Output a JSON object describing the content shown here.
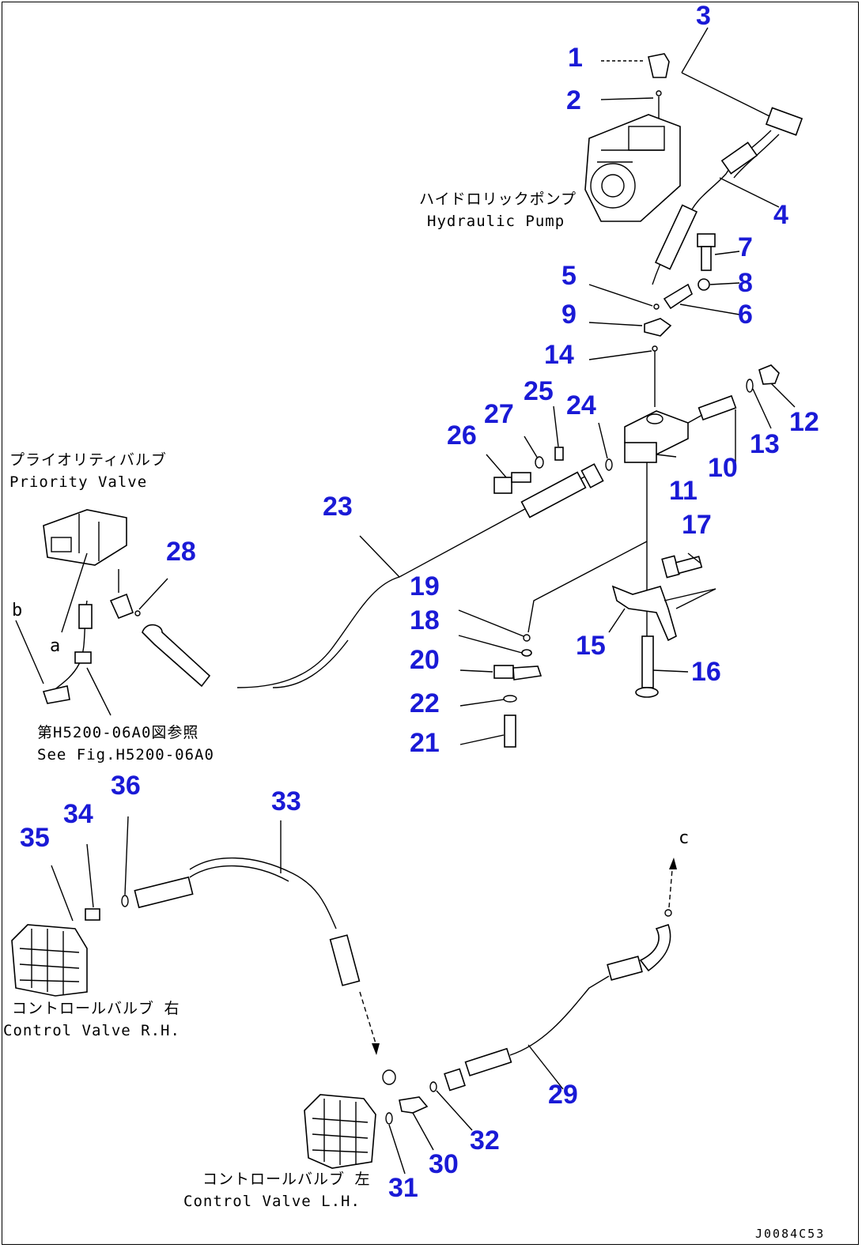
{
  "callouts": [
    "1",
    "2",
    "3",
    "4",
    "5",
    "6",
    "7",
    "8",
    "9",
    "10",
    "11",
    "12",
    "13",
    "14",
    "15",
    "16",
    "17",
    "18",
    "19",
    "20",
    "21",
    "22",
    "23",
    "24",
    "25",
    "26",
    "27",
    "28",
    "29",
    "30",
    "31",
    "32",
    "33",
    "34",
    "35",
    "36"
  ],
  "labels": {
    "pump_jp": "ハイドロリックポンプ",
    "pump_en": "Hydraulic Pump",
    "priority_jp": "プライオリティバルブ",
    "priority_en": "Priority Valve",
    "see_fig_jp": "第H5200-06A0図参照",
    "see_fig_en": "See Fig.H5200-06A0",
    "cv_rh_jp": "コントロールバルブ 右",
    "cv_rh_en": "Control Valve R.H.",
    "cv_lh_jp": "コントロールバルブ 左",
    "cv_lh_en": "Control Valve L.H."
  },
  "markers": {
    "b": "b",
    "a": "a",
    "c": "c"
  },
  "drawing_code": "J0084C53",
  "colors": {
    "callout": "#1a1ad6",
    "line": "#000000"
  }
}
